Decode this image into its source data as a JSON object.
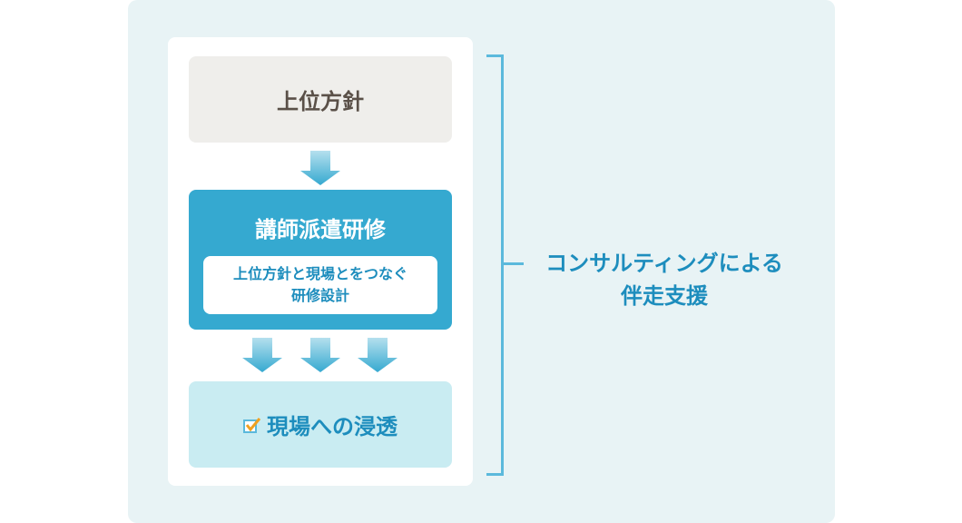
{
  "top": {
    "title": "上位方針"
  },
  "middle": {
    "title": "講師派遣研修",
    "inner_line1": "上位方針と現場とをつなぐ",
    "inner_line2": "研修設計"
  },
  "bottom": {
    "title": "現場への浸透"
  },
  "side": {
    "line1": "コンサルティングによる",
    "line2": "伴走支援"
  },
  "colors": {
    "accent": "#35a9d0",
    "text_blue": "#1d8dbd",
    "check": "#f0a020"
  }
}
